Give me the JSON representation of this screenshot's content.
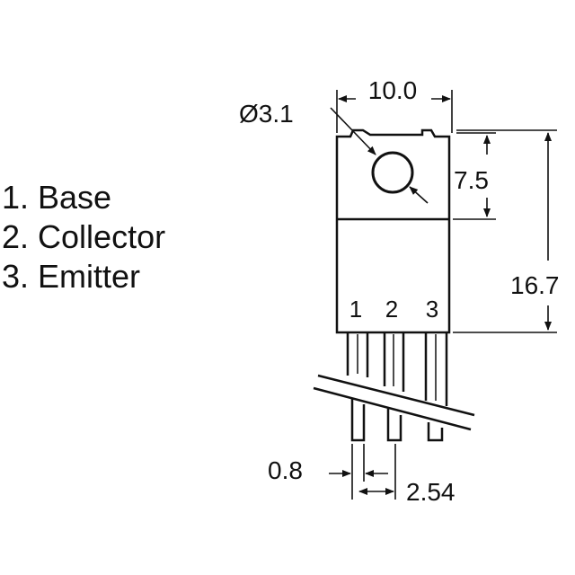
{
  "pin_legend": [
    {
      "label": "1. Base"
    },
    {
      "label": "2. Collector"
    },
    {
      "label": "3. Emitter"
    }
  ],
  "pin_numbers": [
    "1",
    "2",
    "3"
  ],
  "dimensions": {
    "body_width": "10.0",
    "hole_diameter": "Ø3.1",
    "hole_center_height": "7.5",
    "body_height": "16.7",
    "lead_width": "0.8",
    "lead_pitch": "2.54"
  }
}
